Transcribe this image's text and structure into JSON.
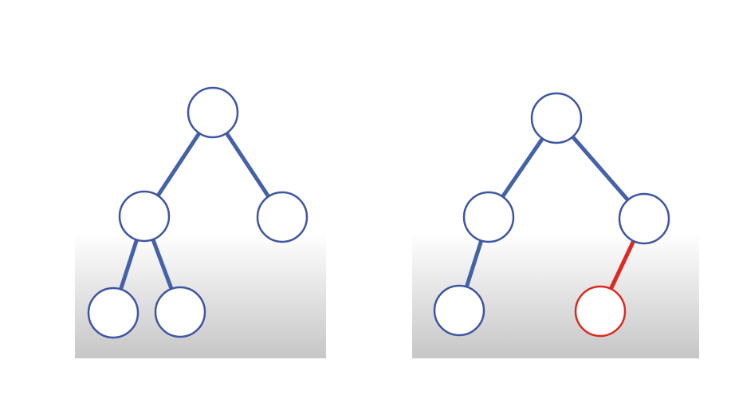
{
  "colors": {
    "edge": "#4561a8",
    "node_stroke": "#3d56a3",
    "node_fill": "#ffffff",
    "highlight": "#dc2a22",
    "panel_top": "#ffffff",
    "panel_bottom": "#c6c6c6"
  },
  "trees": [
    {
      "id": "tree-left",
      "nodes": [
        {
          "id": "root",
          "parent": null,
          "highlight": false
        },
        {
          "id": "left",
          "parent": "root",
          "highlight": false
        },
        {
          "id": "right",
          "parent": "root",
          "highlight": false
        },
        {
          "id": "left-left",
          "parent": "left",
          "highlight": false
        },
        {
          "id": "left-right",
          "parent": "left",
          "highlight": false
        }
      ]
    },
    {
      "id": "tree-right",
      "nodes": [
        {
          "id": "root",
          "parent": null,
          "highlight": false
        },
        {
          "id": "left",
          "parent": "root",
          "highlight": false
        },
        {
          "id": "right",
          "parent": "root",
          "highlight": false
        },
        {
          "id": "left-left",
          "parent": "left",
          "highlight": false
        },
        {
          "id": "right-left",
          "parent": "right",
          "highlight": true
        }
      ]
    }
  ]
}
